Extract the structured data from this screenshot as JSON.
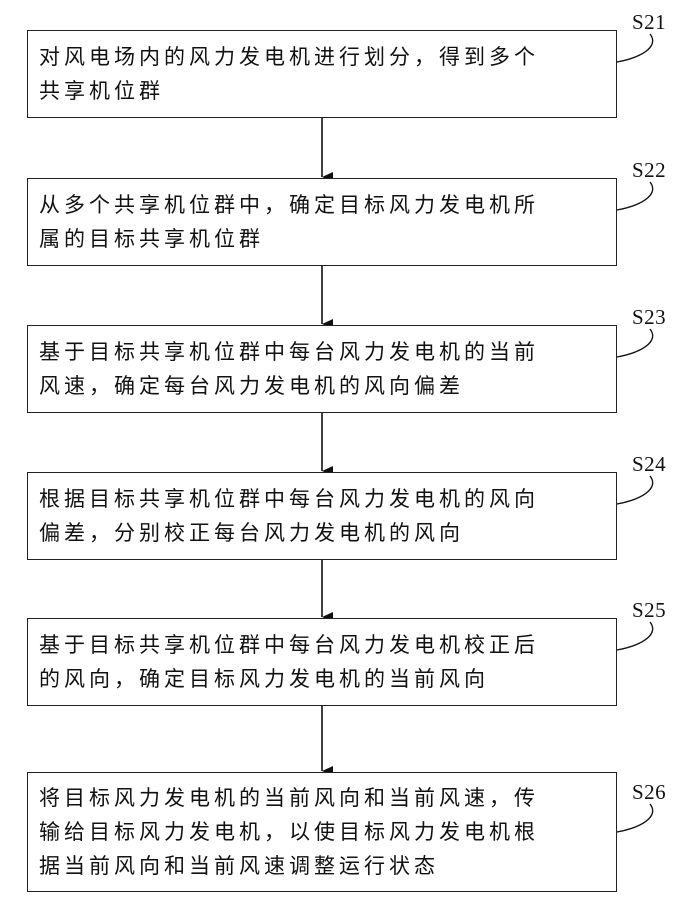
{
  "steps": [
    {
      "label": "S21",
      "text": "对风电场内的风力发电机进行划分，得到多个\n共享机位群"
    },
    {
      "label": "S22",
      "text": "从多个共享机位群中，确定目标风力发电机所\n属的目标共享机位群"
    },
    {
      "label": "S23",
      "text": "基于目标共享机位群中每台风力发电机的当前\n风速，确定每台风力发电机的风向偏差"
    },
    {
      "label": "S24",
      "text": "根据目标共享机位群中每台风力发电机的风向\n偏差，分别校正每台风力发电机的风向"
    },
    {
      "label": "S25",
      "text": "基于目标共享机位群中每台风力发电机校正后\n的风向，确定目标风力发电机的当前风向"
    },
    {
      "label": "S26",
      "text": "将目标风力发电机的当前风向和当前风速，传\n输给目标风力发电机，以使目标风力发电机根\n据当前风向和当前风速调整运行状态"
    }
  ]
}
